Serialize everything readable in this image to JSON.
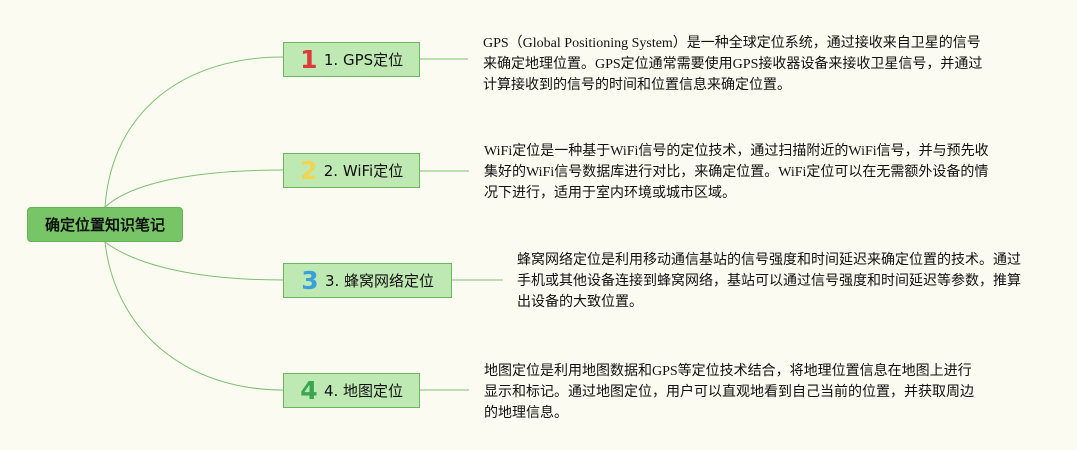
{
  "root": {
    "label": "确定位置知识笔记"
  },
  "branches": [
    {
      "number": "1",
      "number_color": "#dc3b3b",
      "label": "1. GPS定位",
      "note": "GPS（Global Positioning System）是一种全球定位系统，通过接收来自卫星的信号来确定地理位置。GPS定位通常需要使用GPS接收器设备来接收卫星信号，并通过计算接收到的信号的时间和位置信息来确定位置。"
    },
    {
      "number": "2",
      "number_color": "#f1d454",
      "label": "2. WiFi定位",
      "note": "WiFi定位是一种基于WiFi信号的定位技术，通过扫描附近的WiFi信号，并与预先收集好的WiFi信号数据库进行对比，来确定位置。WiFi定位可以在无需额外设备的情况下进行，适用于室内环境或城市区域。"
    },
    {
      "number": "3",
      "number_color": "#3aa0d9",
      "label": "3. 蜂窝网络定位",
      "note": "蜂窝网络定位是利用移动通信基站的信号强度和时间延迟来确定位置的技术。通过手机或其他设备连接到蜂窝网络，基站可以通过信号强度和时间延迟等参数，推算出设备的大致位置。"
    },
    {
      "number": "4",
      "number_color": "#3aa652",
      "label": "4. 地图定位",
      "note": "地图定位是利用地图数据和GPS等定位技术结合，将地理位置信息在地图上进行显示和标记。通过地图定位，用户可以直观地看到自己当前的位置，并获取周边的地理信息。"
    }
  ],
  "colors": {
    "background": "#fcfbf1",
    "root_fill": "#77c566",
    "topic_fill": "#bfe9b3",
    "topic_border": "#6cb661",
    "connector": "#7fbf72"
  }
}
